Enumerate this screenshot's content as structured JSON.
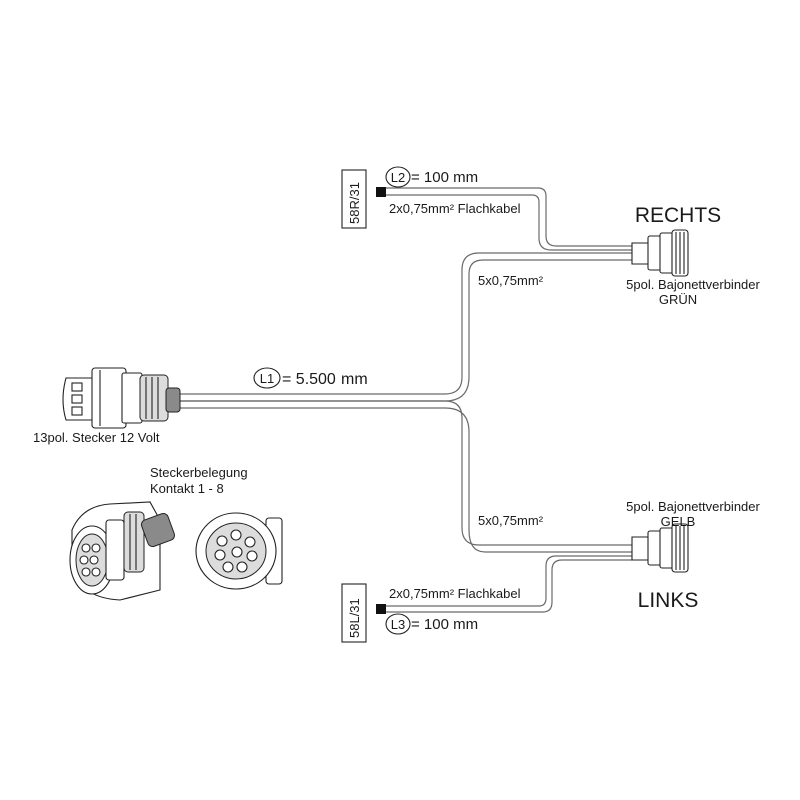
{
  "labels": {
    "rechts": "RECHTS",
    "links": "LINKS",
    "upper_branch_wire": "5x0,75mm²",
    "lower_branch_wire": "5x0,75mm²",
    "right_connector_line1": "5pol. Bajonettverbinder",
    "right_connector_line2": "GRÜN",
    "left_connector_line1": "5pol. Bajonettverbinder",
    "left_connector_line2": "GELB",
    "plug_label": "13pol. Stecker 12 Volt",
    "pin_title_line1": "Steckerbelegung",
    "pin_title_line2": "Kontakt 1 - 8",
    "top_flat_cable": "2x0,75mm² Flachkabel",
    "bottom_flat_cable": "2x0,75mm² Flachkabel",
    "top_tag": "58R/31",
    "bottom_tag": "58L/31"
  },
  "dimensions": {
    "l1": {
      "marker": "L1",
      "value": "= 5.500",
      "unit": "mm"
    },
    "l2": {
      "marker": "L2",
      "value": "= 100 mm"
    },
    "l3": {
      "marker": "L3",
      "value": "= 100 mm"
    }
  },
  "colors": {
    "wire": "#6a6a6a",
    "line": "#222222"
  }
}
